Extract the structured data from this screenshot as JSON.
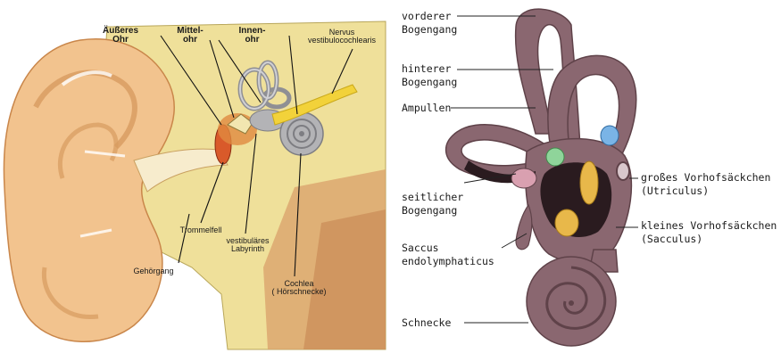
{
  "left_panel": {
    "headers": {
      "outer_1": "Äußeres",
      "outer_2": "Ohr",
      "middle_1": "Mittel-",
      "middle_2": "ohr",
      "inner_1": "Innen-",
      "inner_2": "ohr",
      "nerve_1": "Nervus",
      "nerve_2": "vestibulocochlearis"
    },
    "labels": {
      "eardrum": "Trommelfell",
      "canal": "Gehörgang",
      "labyrinth_1": "vestibuläres",
      "labyrinth_2": "Labyrinth",
      "cochlea_1": "Cochlea",
      "cochlea_2": "( Hörschnecke)"
    }
  },
  "right_panel": {
    "labels": {
      "anterior_1": "vorderer",
      "anterior_2": "Bogengang",
      "posterior_1": "hinterer",
      "posterior_2": "Bogengang",
      "ampullae": "Ampullen",
      "lateral_1": "seitlicher",
      "lateral_2": "Bogengang",
      "saccus_1": "Saccus",
      "saccus_2": "endolymphaticus",
      "snail": "Schnecke",
      "utriculus_1": "großes Vorhofsäckchen",
      "utriculus_2": "(Utriculus)",
      "sacculus_1": "kleines Vorhofsäckchen",
      "sacculus_2": "(Sacculus)"
    }
  },
  "colors": {
    "skin": "#f2c38e",
    "skin_shade": "#dd9a5c",
    "bone": "#efe09a",
    "canal": "#f7eccd",
    "inner_gray": "#b3b3b6",
    "nerve": "#f2d23a",
    "labyrinth": "#8a6770",
    "labyrinth_dark": "#5f4249"
  }
}
